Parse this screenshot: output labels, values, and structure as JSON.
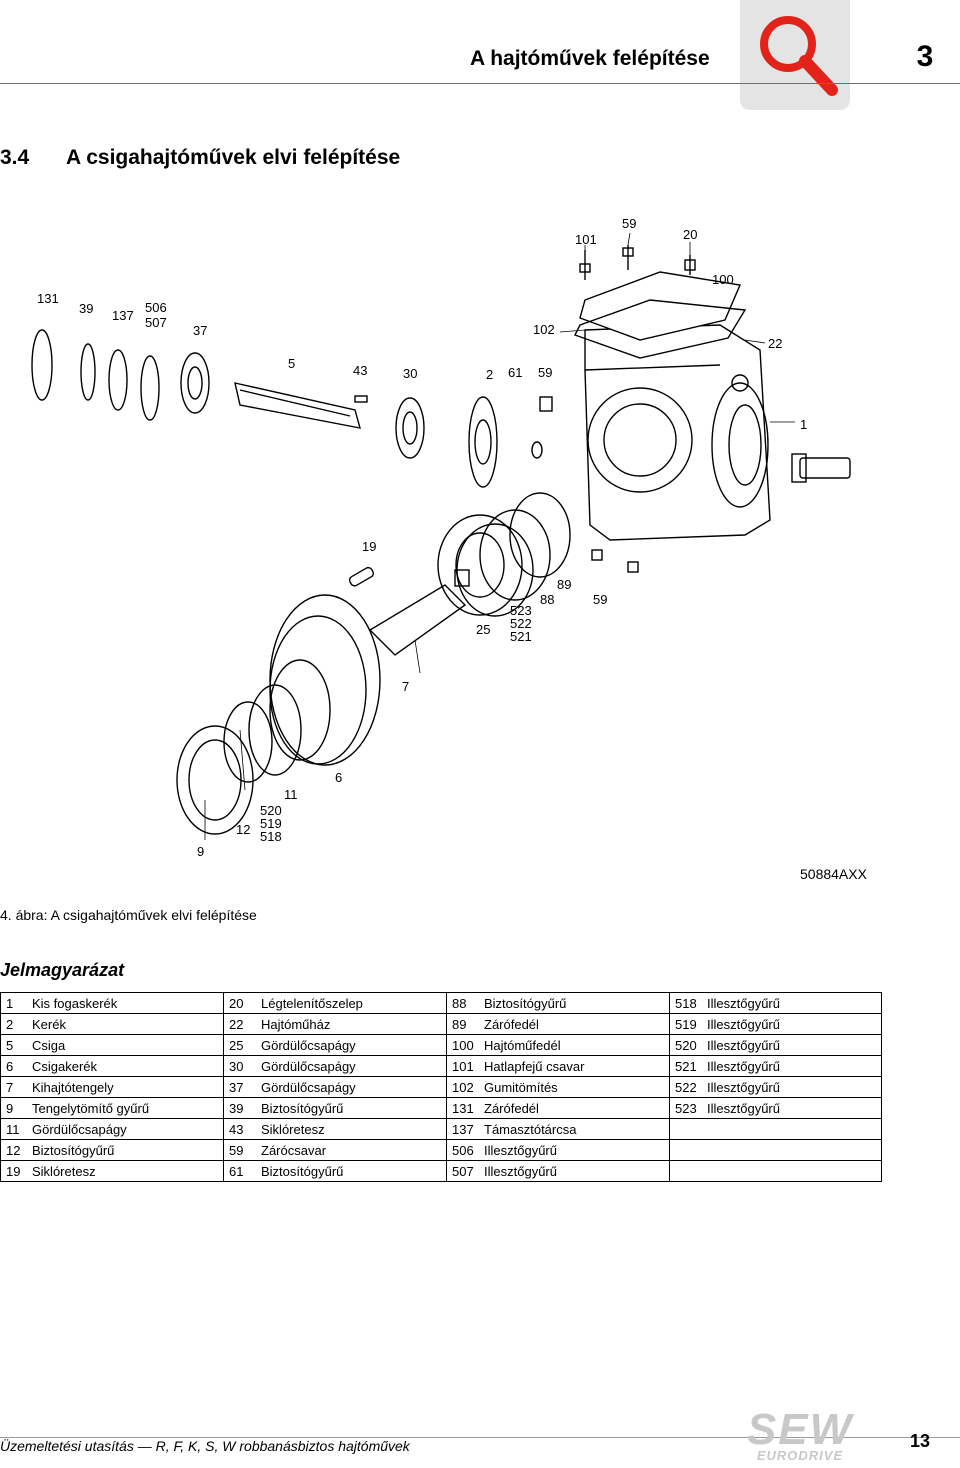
{
  "header": {
    "title": "A hajtóművek felépítése",
    "chapter": "3",
    "icon": "magnifier-icon"
  },
  "section": {
    "number": "3.4",
    "title": "A csigahajtóművek elvi felépítése"
  },
  "figure": {
    "code": "50884AXX",
    "caption": "4. ábra: A csigahajtóművek elvi felépítése",
    "callouts": [
      "101",
      "59",
      "20",
      "100",
      "131",
      "39",
      "137",
      "506",
      "507",
      "37",
      "102",
      "22",
      "5",
      "43",
      "30",
      "2",
      "61",
      "59",
      "1",
      "19",
      "89",
      "88",
      "59",
      "523",
      "522",
      "521",
      "25",
      "7",
      "6",
      "11",
      "520",
      "519",
      "518",
      "12",
      "9"
    ]
  },
  "legend": {
    "title": "Jelmagyarázat",
    "rows": [
      [
        [
          "1",
          "Kis fogaskerék"
        ],
        [
          "20",
          "Légtelenítőszelep"
        ],
        [
          "88",
          "Biztosítógyűrű"
        ],
        [
          "518",
          "Illesztőgyűrű"
        ]
      ],
      [
        [
          "2",
          "Kerék"
        ],
        [
          "22",
          "Hajtóműház"
        ],
        [
          "89",
          "Zárófedél"
        ],
        [
          "519",
          "Illesztőgyűrű"
        ]
      ],
      [
        [
          "5",
          "Csiga"
        ],
        [
          "25",
          "Gördülőcsapágy"
        ],
        [
          "100",
          "Hajtóműfedél"
        ],
        [
          "520",
          "Illesztőgyűrű"
        ]
      ],
      [
        [
          "6",
          "Csigakerék"
        ],
        [
          "30",
          "Gördülőcsapágy"
        ],
        [
          "101",
          "Hatlapfejű csavar"
        ],
        [
          "521",
          "Illesztőgyűrű"
        ]
      ],
      [
        [
          "7",
          "Kihajtótengely"
        ],
        [
          "37",
          "Gördülőcsapágy"
        ],
        [
          "102",
          "Gumitömítés"
        ],
        [
          "522",
          "Illesztőgyűrű"
        ]
      ],
      [
        [
          "9",
          "Tengelytömítő gyűrű"
        ],
        [
          "39",
          "Biztosítógyűrű"
        ],
        [
          "131",
          "Zárófedél"
        ],
        [
          "523",
          "Illesztőgyűrű"
        ]
      ],
      [
        [
          "11",
          "Gördülőcsapágy"
        ],
        [
          "43",
          "Siklóretesz"
        ],
        [
          "137",
          "Támasztótárcsa"
        ],
        [
          "",
          ""
        ]
      ],
      [
        [
          "12",
          "Biztosítógyűrű"
        ],
        [
          "59",
          "Zárócsavar"
        ],
        [
          "506",
          "Illesztőgyűrű"
        ],
        [
          "",
          ""
        ]
      ],
      [
        [
          "19",
          "Siklóretesz"
        ],
        [
          "61",
          "Biztosítógyűrű"
        ],
        [
          "507",
          "Illesztőgyűrű"
        ],
        [
          "",
          ""
        ]
      ]
    ]
  },
  "footer": {
    "text": "Üzemeltetési utasítás — R, F, K, S, W robbanásbiztos hajtóművek",
    "page": "13",
    "logo_main": "SEW",
    "logo_sub": "EURODRIVE"
  },
  "colors": {
    "magnifier": "#e2231a",
    "icon_bg": "#e4e4e4",
    "logo": "#c8c8c8"
  }
}
